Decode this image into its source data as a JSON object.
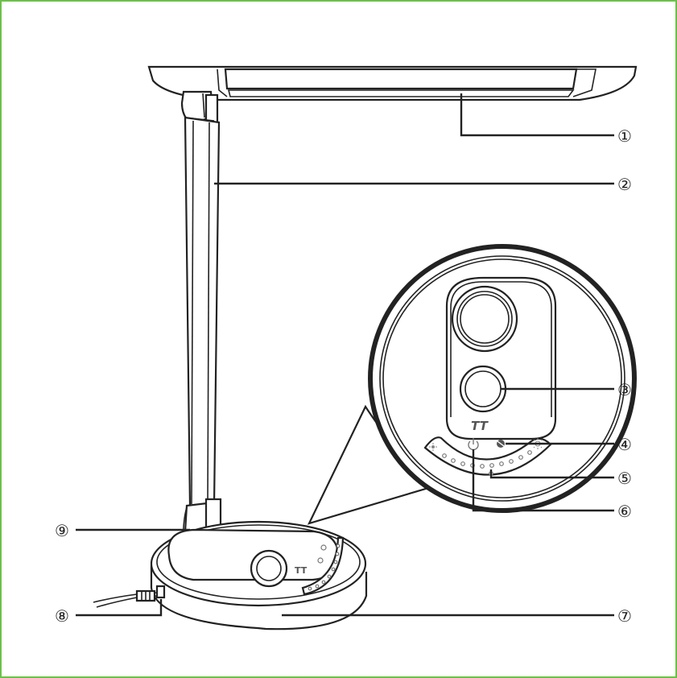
{
  "callouts": [
    {
      "id": "1",
      "glyph": "①"
    },
    {
      "id": "2",
      "glyph": "②"
    },
    {
      "id": "3",
      "glyph": "③"
    },
    {
      "id": "4",
      "glyph": "④"
    },
    {
      "id": "5",
      "glyph": "⑤"
    },
    {
      "id": "6",
      "glyph": "⑥"
    },
    {
      "id": "7",
      "glyph": "⑦"
    },
    {
      "id": "8",
      "glyph": "⑧"
    },
    {
      "id": "9",
      "glyph": "⑨"
    }
  ],
  "panel": {
    "logo_text": "TT",
    "icons": {
      "brightness_low": "sun-small-icon",
      "power": "power-icon",
      "color_mode": "color-mode-icon",
      "brightness_high": "sun-large-icon"
    }
  },
  "colors": {
    "frame_border": "#6cc04a",
    "ink": "#222222"
  }
}
